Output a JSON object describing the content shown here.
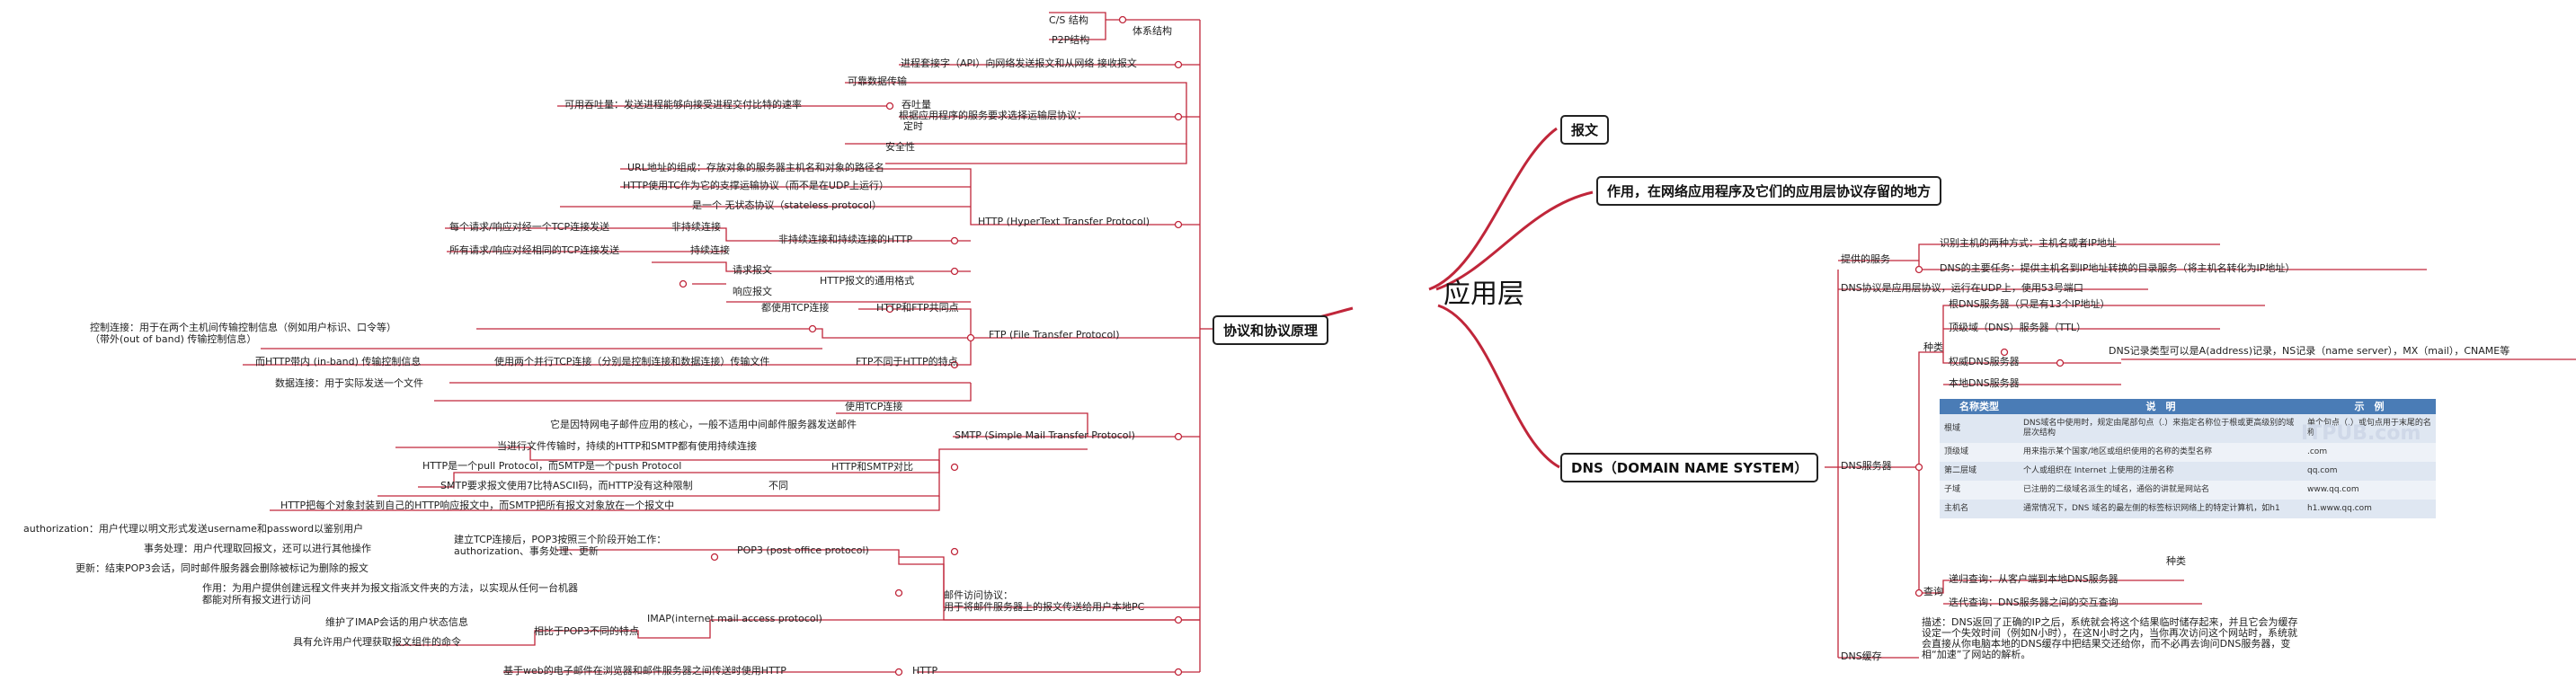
{
  "center": "应用层",
  "branches": {
    "message": "报文",
    "purpose": "作用，在网络应用程序及它们的应用层协议存留的地方",
    "protocols": "协议和协议原理",
    "dns": "DNS（DOMAIN NAME SYSTEM）"
  },
  "left": {
    "arch": {
      "label": "体系结构",
      "items": [
        "C/S 结构",
        "P2P结构"
      ]
    },
    "api": "进程套接字（API）向网络发送报文和从网络 接收报文",
    "transport": {
      "label": "根据应用程序的服务要求选择运输层协议：",
      "reliable": "可靠数据传输",
      "throughput": "吞吐量",
      "throughput_note": "可用吞吐量：发送进程能够向接受进程交付比特的速率",
      "timing": "定时",
      "security": "安全性"
    },
    "http": {
      "label": "HTTP (HyperText Transfer Protocol)",
      "url": "URL地址的组成：存放对象的服务器主机名和对象的路径名",
      "tcp": "HTTP使用TC作为它的支撑运输协议（而不是在UDP上运行）",
      "stateless": "是一个 无状态协议（stateless protocol）",
      "persist": "非持续连接和持续连接的HTTP",
      "nonpersist_label": "非持续连接",
      "nonpersist_note": "每个请求/响应对经一个TCP连接发送",
      "persist_label": "持续连接",
      "persist_note": "所有请求/响应对经相同的TCP连接发送",
      "format": "HTTP报文的通用格式",
      "request": "请求报文",
      "response": "响应报文"
    },
    "ftp": {
      "label": "FTP (File Transfer Protocol)",
      "common": "HTTP和FTP共同点",
      "common_note": "都使用TCP连接",
      "diff": "FTP不同于HTTP的特点",
      "parallel": "使用两个并行TCP连接（分别是控制连接和数据连接）传输文件",
      "control1": "控制连接：用于在两个主机间传输控制信息（例如用户标识、口令等）",
      "control2": "（带外(out of band) 传输控制信息）",
      "inband": "而HTTP带内 (in-band) 传输控制信息",
      "data": "数据连接：用于实际发送一个文件"
    },
    "smtp": {
      "label": "SMTP (Simple Mail Transfer Protocol)",
      "core": "它是因特网电子邮件应用的核心，一般不适用中间邮件服务器发送邮件",
      "tcp": "使用TCP连接",
      "compare": "HTTP和SMTP对比",
      "c1": "当进行文件传输时，持续的HTTP和SMTP都有使用持续连接",
      "diff": "不同",
      "d1": "HTTP是一个pull Protocol，而SMTP是一个push Protocol",
      "d2": "SMTP要求报文使用7比特ASCII码，而HTTP没有这种限制",
      "d3": "HTTP把每个对象封装到自己的HTTP响应报文中，而SMTP把所有报文对象放在一个报文中"
    },
    "mail": {
      "label1": "邮件访问协议：",
      "label2": "用于将邮件服务器上的报文传送给用户本地PC",
      "pop3": "POP3 (post office protocol)",
      "pop3_stages1": "建立TCP连接后，POP3按照三个阶段开始工作：",
      "pop3_stages2": "authorization、事务处理、更新",
      "auth": "authorization：用户代理以明文形式发送username和password以鉴别用户",
      "txn": "事务处理：用户代理取回报文，还可以进行其他操作",
      "update": "更新：结束POP3会话，同时邮件服务器会删除被标记为删除的报文",
      "imap": "IMAP(internet mail access protocol)",
      "imap_role1": "作用：为用户提供创建远程文件夹并为报文指派文件夹的方法，以实现从任何一台机器",
      "imap_role2": "都能对所有报文进行访问",
      "imap_diff": "相比于POP3不同的特点",
      "imap_d1": "维护了IMAP会话的用户状态信息",
      "imap_d2": "具有允许用户代理获取报文组件的命令",
      "http": "HTTP",
      "http_note": "基于web的电子邮件在浏览器和邮件服务器之间传送时使用HTTP"
    }
  },
  "right": {
    "services": "提供的服务",
    "services_items": [
      "识别主机的两种方式：主机名或者IP地址",
      "DNS的主要任务：提供主机名到IP地址转换的目录服务（将主机名转化为IP地址）"
    ],
    "dns_udp": "DNS协议是应用层协议，运行在UDP上，使用53号端口",
    "servers": "DNS服务器",
    "kinds": "种类",
    "root": "根DNS服务器（只是有13个IP地址）",
    "tld": "顶级域（DNS）服务器（TTL）",
    "auth": "权威DNS服务器",
    "record": "DNS记录类型可以是A(address)记录，NS记录（name server），MX（mail），CNAME等",
    "local": "本地DNS服务器",
    "table_header": [
      "名称类型",
      "说　明",
      "示　例"
    ],
    "table_rows": [
      [
        "根域",
        "DNS域名中使用时，规定由尾部句点（.）来指定名称位于根或更高级别的域层次结构",
        "单个句点（.）或句点用于末尾的名称"
      ],
      [
        "顶级域",
        "用来指示某个国家/地区或组织使用的名称的类型名称",
        ".com"
      ],
      [
        "第二层域",
        "个人或组织在 Internet 上使用的注册名称",
        "qq.com"
      ],
      [
        "子域",
        "已注册的二级域名派生的域名，通俗的讲就是网站名",
        "www.qq.com"
      ],
      [
        "主机名",
        "通常情况下，DNS 域名的最左侧的标签标识网络上的特定计算机，如h1",
        "h1.www.qq.com"
      ]
    ],
    "table_caption": "种类",
    "query": "查询",
    "q1": "递归查询：从客户端到本地DNS服务器",
    "q2": "迭代查询：DNS服务器之间的交互查询",
    "cache": "DNS缓存",
    "cache_note1": "描述：DNS返回了正确的IP之后，系统就会将这个结果临时储存起来，并且它会为缓存",
    "cache_note2": "设定一个失效时间（例如N小时），在这N小时之内，当你再次访问这个网站时，系统就",
    "cache_note3": "会直接从你电脑本地的DNS缓存中把结果交还给你，而不必再去询问DNS服务器，变",
    "cache_note4": "相“加速”了网站的解析。",
    "watermark": "ITPUB.com"
  },
  "colors": {
    "line": "#c0263a",
    "header": "#4a7cb6"
  }
}
